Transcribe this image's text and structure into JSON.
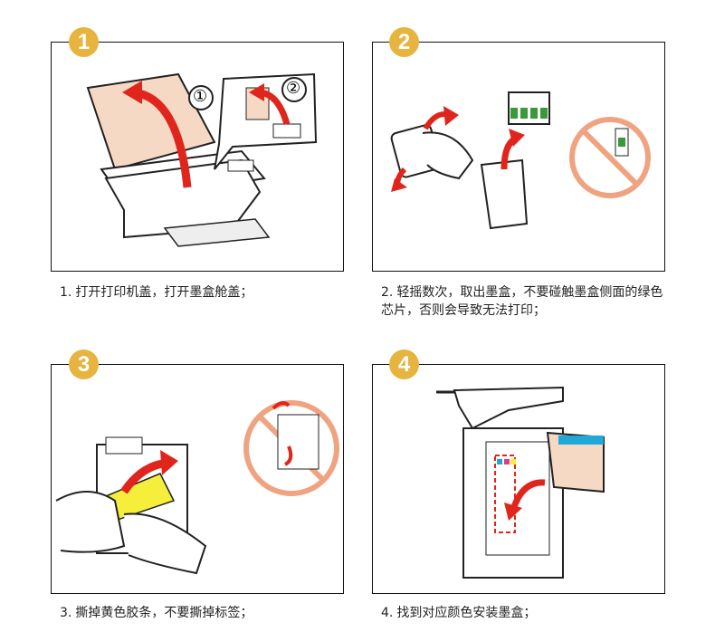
{
  "steps": [
    {
      "number": "1",
      "caption_num": "1.",
      "caption": "打开打印机盖，打开墨盒舱盖；",
      "callouts": [
        "①",
        "②"
      ]
    },
    {
      "number": "2",
      "caption_num": "2.",
      "caption": "轻摇数次，取出墨盒，不要碰触墨盒侧面的绿色芯片，否则会导致无法打印；"
    },
    {
      "number": "3",
      "caption_num": "3.",
      "caption": "撕掉黄色胶条，不要撕掉标签；"
    },
    {
      "number": "4",
      "caption_num": "4.",
      "caption": "找到对应颜色安装墨盒；"
    }
  ],
  "colors": {
    "badge": "#e6b43f",
    "arrow": "#e0261c",
    "prohibit": "#f0a380",
    "tape": "#f5ee3a",
    "cartridge": "#f5d9c4",
    "cyan": "#1fa8d8"
  }
}
